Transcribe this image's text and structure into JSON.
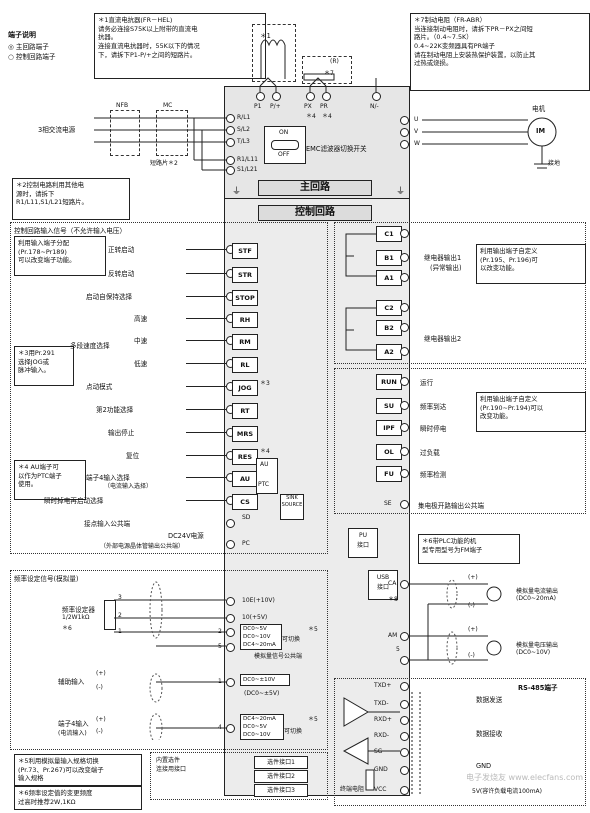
{
  "legend": {
    "title": "端子说明",
    "main": "主回路端子",
    "control": "控制回路端子"
  },
  "notes": {
    "n1": [
      "＊1直流电抗器(FR－HEL)",
      "请务必连接S75K以上附带的直流电",
      "抗器。",
      "连接直流电抗器时，55K以下的情况",
      "下，请拆下P1-P/+之间的短路片。"
    ],
    "n7": [
      "＊7制动电阻（FR-ABR）",
      "当连接制动电阻时，请拆下PR－PX之间短",
      "路片。（0.4~7.5K）",
      "0.4~22K变频器具有PR端子",
      "请在制动电阻上安装热保护装置，以防止其",
      "过热或烧损。"
    ],
    "n2": [
      "＊2控制电路利用其他电",
      "源时，请拆下",
      "R1/L11,S1/L21短路片。"
    ],
    "n_in": [
      "利用输入端子分配",
      "(Pr.178~Pr189)",
      "可以改变端子功能。"
    ],
    "n3": [
      "＊3用Pr.291",
      "选择JOG或",
      "脉冲输入。"
    ],
    "n4": [
      "＊4 AU端子可",
      "以作为PTC端子",
      "使用。"
    ],
    "n_out1": [
      "利用输出端子自定义",
      "(Pr.195、Pr.196)可",
      "以改变功能。"
    ],
    "n_out2": [
      "利用输出端子自定义",
      "(Pr.190~Pr.194)可以",
      "改变功能。"
    ],
    "n6": [
      "＊6带PLC功能的机",
      "型专用型号为FM端子"
    ],
    "n5": [
      "＊5利用模拟量输入规格切换",
      "(Pr.73、Pr.267)可以改变端子",
      "输入规格"
    ],
    "n8": [
      "＊6频率设定值的变更频度",
      "过高时推荐2W,1KΩ"
    ]
  },
  "main_circuit": {
    "supply": "3相交流电源",
    "nfb": "NFB",
    "mc": "MC",
    "jumper": "短路片＊2",
    "terminals_left": [
      "R/L1",
      "S/L2",
      "T/L3",
      "R1/L11",
      "S1/L21"
    ],
    "terminals_top": [
      "P1",
      "P/+",
      "PX",
      "PR",
      "N/-"
    ],
    "top_marks": [
      "＊4",
      "＊4"
    ],
    "pr_mark": "(R)",
    "n7_mark": "＊7",
    "n1_mark": "＊1",
    "terminals_right": [
      "U",
      "V",
      "W"
    ],
    "emc_on": "ON",
    "emc_off": "OFF",
    "emc_label": "EMC滤波器切换开关",
    "motor": "电机",
    "motor_symbol": "IM",
    "ground": "接地",
    "main_title": "主回路",
    "control_title": "控制回路"
  },
  "control_inputs": {
    "header": "控制回路输入信号（不允许输入电压）",
    "items": [
      {
        "label": "正转启动",
        "term": "STF"
      },
      {
        "label": "反转启动",
        "term": "STR"
      },
      {
        "label": "启动自保持选择",
        "term": "STOP"
      },
      {
        "label": "高速",
        "term": "RH"
      },
      {
        "label": "中速",
        "term": "RM"
      },
      {
        "label": "低速",
        "term": "RL"
      },
      {
        "label": "点动模式",
        "term": "JOG"
      },
      {
        "label": "第2功能选择",
        "term": "RT"
      },
      {
        "label": "输出停止",
        "term": "MRS"
      },
      {
        "label": "复位",
        "term": "RES"
      },
      {
        "label": "端子4输入选择",
        "term": "AU"
      },
      {
        "label": "瞬时掉电再启动选择",
        "term": "CS"
      }
    ],
    "multi_speed": "多段速度选择",
    "au_sub": "（电流输入选择）",
    "jog_mark": "＊3",
    "res_mark": "＊4",
    "au_sw": "AU",
    "ptc_sw": "PTC",
    "sink": "SINK",
    "source": "SOURCE",
    "common": "接点输入公共端",
    "sd": "SD",
    "pc": "PC",
    "dc24": "DC24V电源",
    "dc24_sub": "（外部电源晶体管输出公共端）"
  },
  "analog": {
    "header": "频率设定信号(模拟量)",
    "pot": "频率设定器",
    "pot_spec": "1/2W1kΩ",
    "pot_mark": "＊6",
    "pot_pins": [
      "3",
      "2",
      "1"
    ],
    "t10e": "10E(+10V)",
    "t10": "10(+5V)",
    "t2_spec": [
      "DC0~5V",
      "DC0~10V",
      "DC4~20mA"
    ],
    "t2_switch": "可切换",
    "t2_mark": "＊5",
    "t5_label": "模拟量信号公共端",
    "t5_mark": "5",
    "aux": "辅助输入",
    "t1_spec": [
      "DC0~±10V",
      "(DC0~±5V)"
    ],
    "t4_in": "端子4输入",
    "t4_sub": "(电流输入)",
    "t4_spec": [
      "DC4~20mA",
      "DC0~5V",
      "DC0~10V"
    ],
    "t4_switch": "可切换",
    "t4_mark": "＊5",
    "term_nums": [
      "2",
      "5",
      "1",
      "4"
    ],
    "plus": "(+)",
    "minus": "(-)"
  },
  "options": {
    "header": [
      "内置选件",
      "连接用接口"
    ],
    "items": [
      "选件接口1",
      "选件接口2",
      "选件接口3"
    ]
  },
  "relay": {
    "r1": [
      "C1",
      "B1",
      "A1"
    ],
    "r1_label": [
      "继电器输出1",
      "(异常输出)"
    ],
    "r2": [
      "C2",
      "B2",
      "A2"
    ],
    "r2_label": "继电器输出2"
  },
  "open_collector": {
    "items": [
      {
        "term": "RUN",
        "label": "运行"
      },
      {
        "term": "SU",
        "label": "频率到达"
      },
      {
        "term": "IPF",
        "label": "瞬时停电"
      },
      {
        "term": "OL",
        "label": "过负载"
      },
      {
        "term": "FU",
        "label": "频率检测"
      }
    ],
    "se": "SE",
    "se_label": "集电极开路输出公共端"
  },
  "pu": [
    "PU",
    "接口"
  ],
  "usb": [
    "USB",
    "接口"
  ],
  "analog_out": {
    "ca": "CA",
    "am": "AM",
    "five": "5",
    "ca_mark": "＊8",
    "ca_label": [
      "模拟量电流输出",
      "(DC0~20mA)"
    ],
    "am_label": [
      "模拟量电压输出",
      "(DC0~10V)"
    ],
    "plus": "(+)",
    "minus": "(-)"
  },
  "rs485": {
    "title": "RS-485端子",
    "terms": [
      "TXD+",
      "TXD-",
      "RXD+",
      "RXD-",
      "SG",
      "GND",
      "VCC"
    ],
    "send": "数据发送",
    "recv": "数据接收",
    "gnd": "GND",
    "term_res": "终端电阻",
    "vcc_label": "5V(容许负载电流100mA)"
  },
  "watermark": "电子发烧友 www.elecfans.com"
}
